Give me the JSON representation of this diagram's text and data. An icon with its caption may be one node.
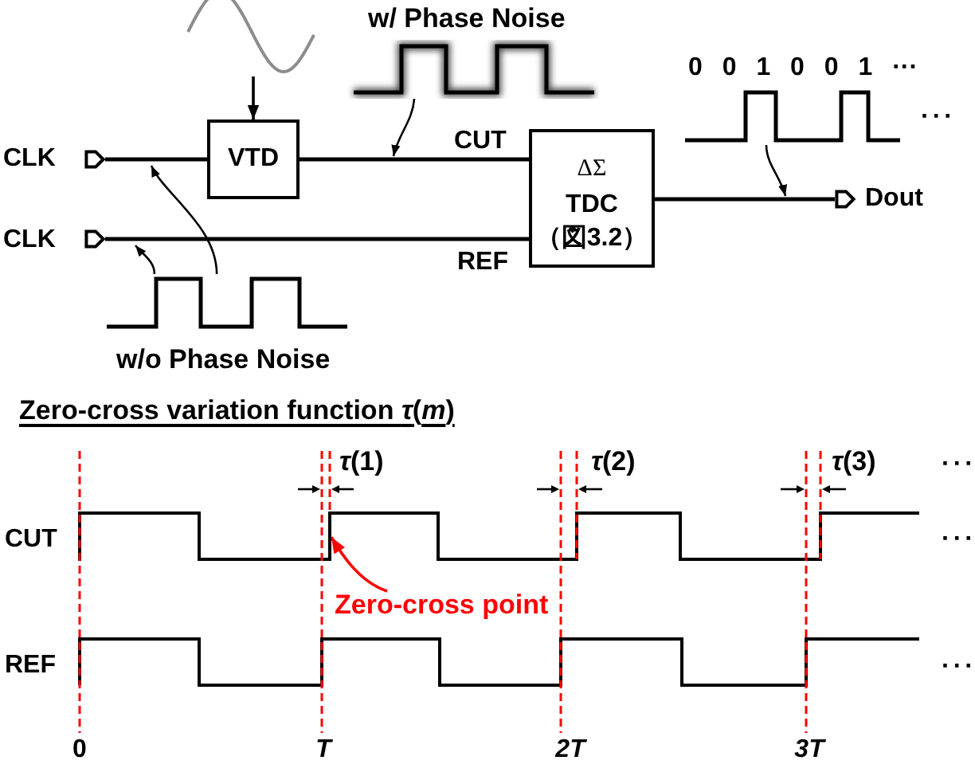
{
  "diagram": {
    "nodes": [
      {
        "text": [],
        "shape": "port",
        "beside": [
          "CLK"
        ]
      },
      {
        "text": [
          "VTD"
        ]
      },
      {
        "text": [],
        "shape": "port",
        "beside": [
          "CLK"
        ]
      },
      {
        "text": [
          "ΔΣ",
          "TDC （図3.2）"
        ]
      },
      {
        "text": [],
        "shape": "port",
        "beside": [
          "Dout"
        ]
      },
      {
        "text": [],
        "shape": "picture"
      },
      {
        "text": [],
        "shape": "picture",
        "beside": [
          "w/ Phase Noise"
        ]
      },
      {
        "text": [],
        "shape": "picture",
        "beside": [
          "w/o Phase Noise"
        ]
      },
      {
        "text": [],
        "shape": "picture",
        "beside": [
          "0 0 1 0 0 1 ···",
          "···"
        ]
      },
      {
        "text": [
          "Zero-cross point"
        ]
      },
      {
        "text": [],
        "shape": "bar"
      }
    ],
    "edges": [
      {
        "from": 0,
        "to": 1,
        "arrow": "none"
      },
      {
        "from": 1,
        "to": 3,
        "arrow": "none",
        "label": "CUT"
      },
      {
        "from": 2,
        "to": 3,
        "arrow": "none",
        "label": "REF"
      },
      {
        "from": 3,
        "to": 4,
        "arrow": "none"
      },
      {
        "from": 5,
        "to": 1,
        "arrow": "to"
      },
      {
        "from": 6,
        "to": null,
        "arrow": "to"
      },
      {
        "from": 7,
        "to": null,
        "arrow": "to"
      },
      {
        "from": 7,
        "to": null,
        "arrow": "to"
      },
      {
        "from": 8,
        "to": null,
        "arrow": "to"
      },
      {
        "from": 9,
        "to": 10,
        "arrow": "to",
        "color": "#ff0000"
      }
    ],
    "labels": [
      "Zero-cross variation function *τ*(*m*)",
      "*τ*(1)",
      "*τ*(2)",
      "*τ*(3)",
      "···",
      "CUT",
      "···",
      "REF",
      "···",
      "0",
      "T",
      "2T",
      "3T"
    ]
  }
}
